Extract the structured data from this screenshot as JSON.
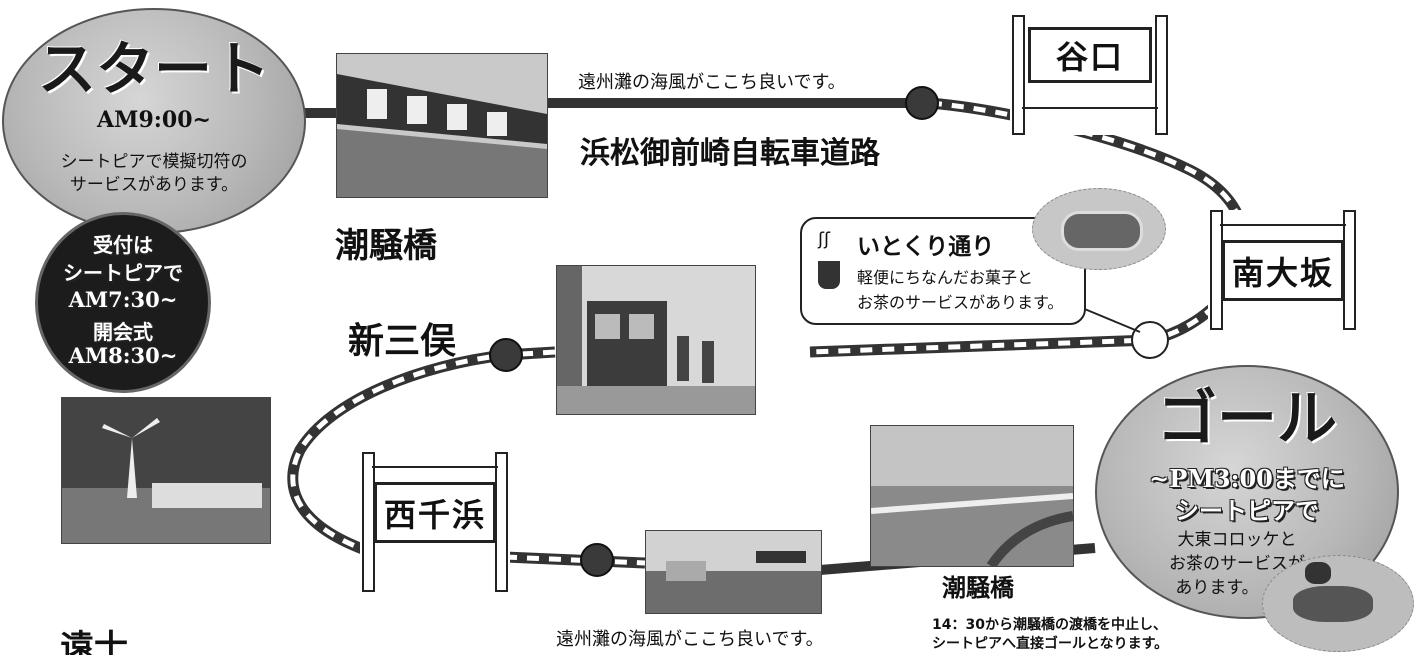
{
  "start": {
    "title": "スタート",
    "time": "AM9:00~",
    "note_line1": "シートピアで模擬切符の",
    "note_line2": "サービスがあります。"
  },
  "reception": {
    "line1": "受付は",
    "line2": "シートピアで",
    "line3": "AM7:30~",
    "line4": "開会式",
    "line5": "AM8:30~"
  },
  "route": {
    "top_breeze_note": "遠州灘の海風がここち良いです。",
    "cycle_road": "浜松御前崎自転車道路",
    "bridge_top": "潮騒橋",
    "shinmi": "新三俣",
    "bridge_bottom": "潮騒橋",
    "bottom_breeze_note": "遠州灘の海風がここち良いです。",
    "detour_line1": "14：30から潮騒橋の渡橋を中止し、",
    "detour_line2": "シートピアへ直接ゴールとなります。"
  },
  "stations": {
    "taniguchi": "谷口",
    "minamiosaka": "南大坂",
    "nishichihama": "西千浜"
  },
  "itokuri": {
    "title": "いとくり通り",
    "line1": "軽便にちなんだお菓子と",
    "line2": "お茶のサービスがあります。"
  },
  "goal": {
    "title": "ゴール",
    "line1": "~PM3:00までに",
    "line2": "シートピアで",
    "line3": "大東コロッケと",
    "line4": "お茶のサービスが",
    "line5": "あります。"
  },
  "footer": {
    "partial": "遠士"
  },
  "colors": {
    "track": "#333333",
    "bubble": "#bbbbbb",
    "dark_bubble": "#1c1c1c",
    "station_dot": "#3a3a3a"
  }
}
